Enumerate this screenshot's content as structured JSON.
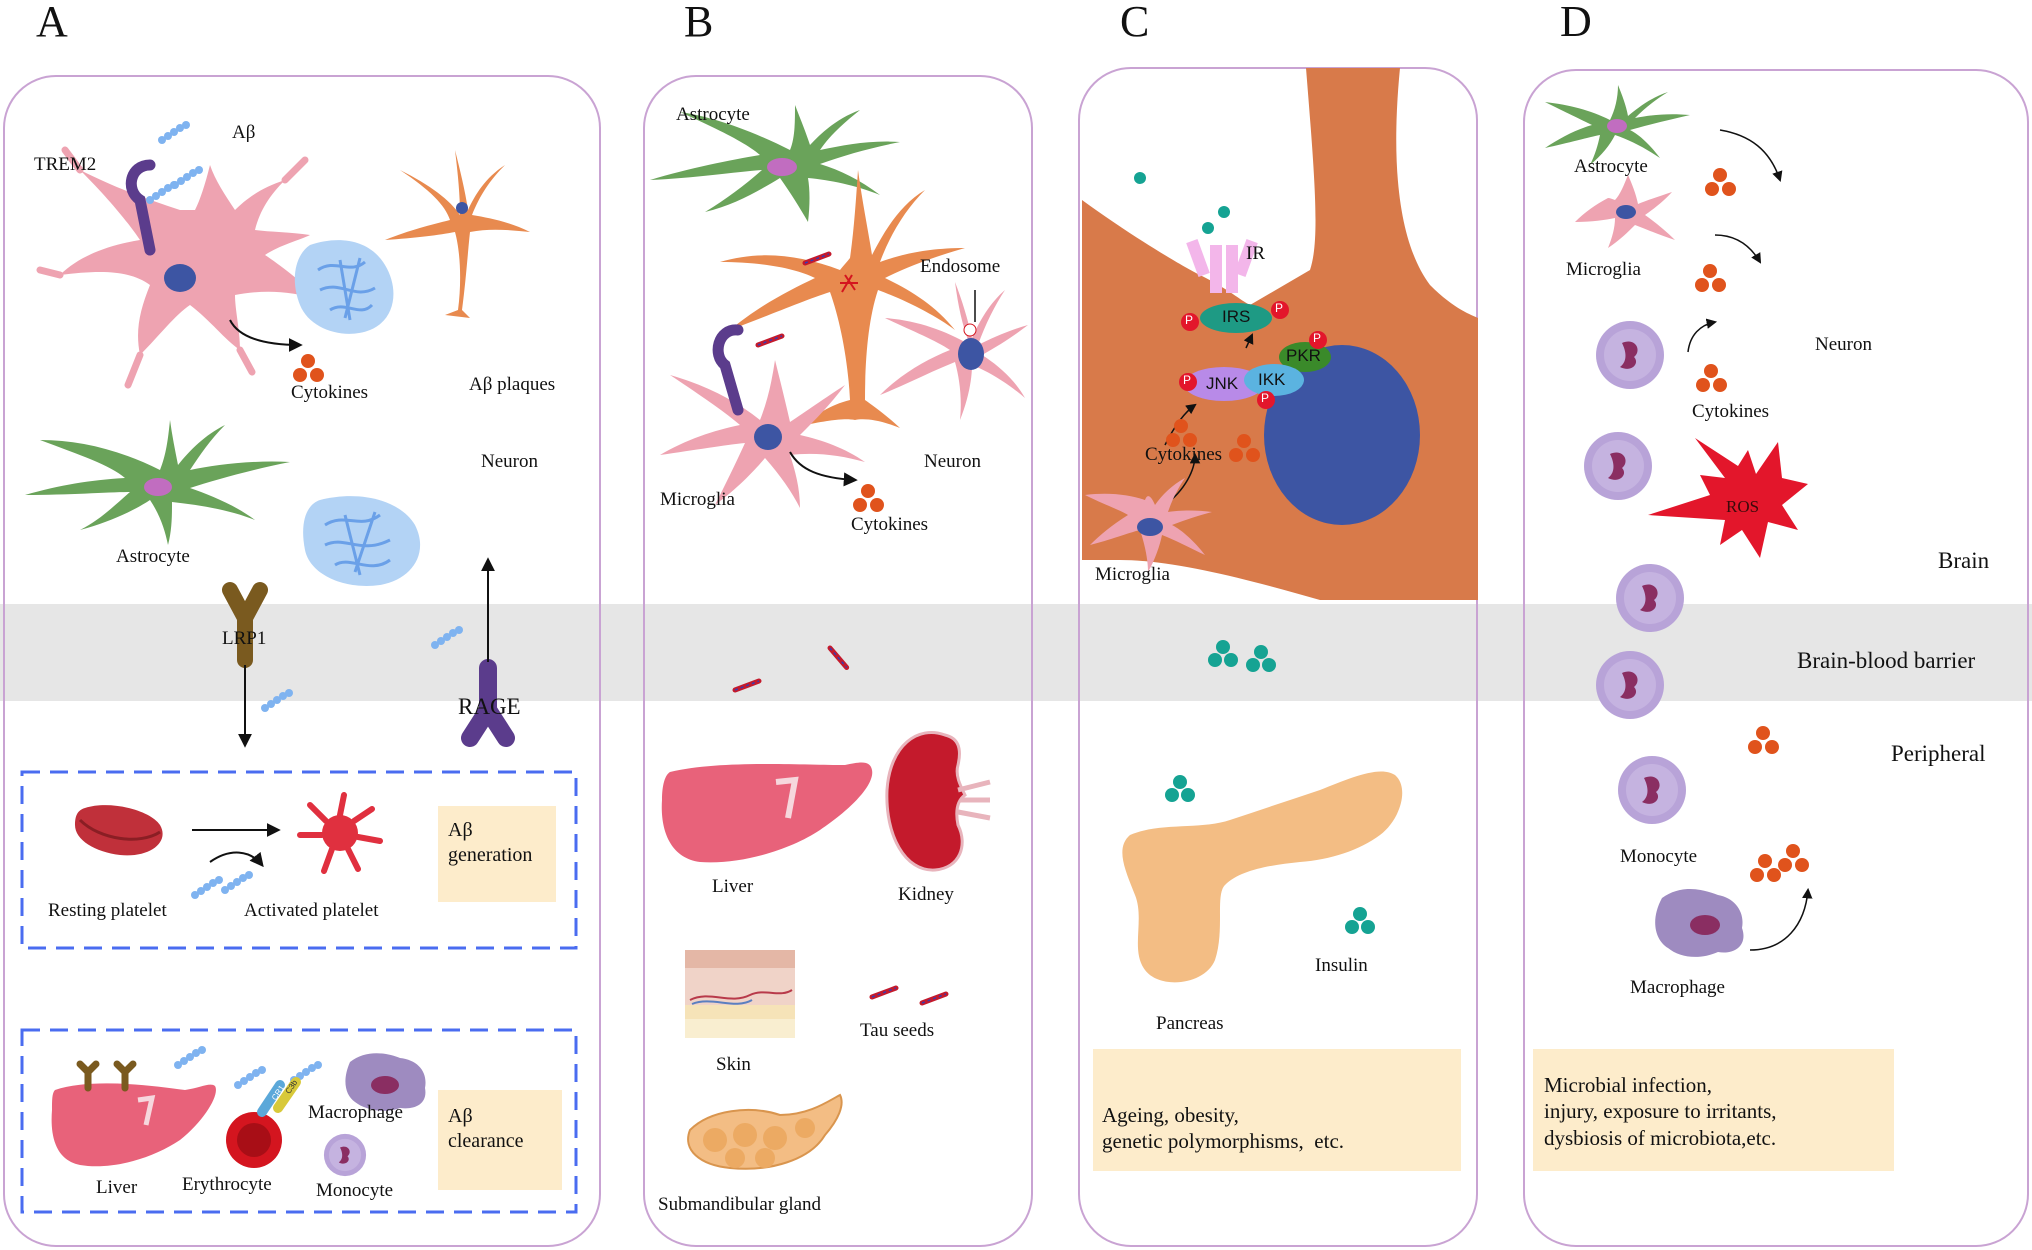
{
  "panels": {
    "A": {
      "letter": "A",
      "labels": {
        "abeta": "Aβ",
        "trem2": "TREM2",
        "cytokines": "Cytokines",
        "abeta_plaques": "Aβ plaques",
        "neuron": "Neuron",
        "astrocyte": "Astrocyte",
        "lrp1": "LRP1",
        "rage": "RAGE",
        "resting_platelet": "Resting platelet",
        "activated_platelet": "Activated platelet",
        "liver": "Liver",
        "erythrocyte": "Erythrocyte",
        "macrophage": "Macrophage",
        "monocyte": "Monocyte",
        "cr1": "CR1",
        "c3b": "C3b"
      },
      "generation_box": [
        "Aβ",
        "generation"
      ],
      "clearance_box": [
        "Aβ",
        "clearance"
      ]
    },
    "B": {
      "letter": "B",
      "labels": {
        "astrocyte": "Astrocyte",
        "endosome": "Endosome",
        "neuron": "Neuron",
        "microglia": "Microglia",
        "cytokines": "Cytokines",
        "liver": "Liver",
        "kidney": "Kidney",
        "skin": "Skin",
        "tau_seeds": "Tau seeds",
        "submandibular_gland": "Submandibular gland"
      }
    },
    "C": {
      "letter": "C",
      "labels": {
        "ir": "IR",
        "irs": "IRS",
        "pkr": "PKR",
        "jnk": "JNK",
        "ikk": "IKK",
        "p": "P",
        "cytokines": "Cytokines",
        "microglia": "Microglia",
        "pancreas": "Pancreas",
        "insulin": "Insulin"
      },
      "risk_box": [
        "Ageing, obesity,",
        "genetic polymorphisms,  etc."
      ]
    },
    "D": {
      "letter": "D",
      "labels": {
        "astrocyte": "Astrocyte",
        "microglia": "Microglia",
        "neuron": "Neuron",
        "cytokines": "Cytokines",
        "ros": "ROS",
        "monocyte": "Monocyte",
        "macrophage": "Macrophage"
      },
      "risk_box": [
        "Microbial infection,",
        "injury, exposure to irritants,",
        "dysbiosis of microbiota,etc."
      ]
    }
  },
  "regions": {
    "brain": "Brain",
    "barrier": "Brain-blood barrier",
    "peripheral": "Peripheral"
  },
  "colors": {
    "panel_border": "#c9a3d3",
    "barrier_band": "#e6e6e6",
    "dashed_box": "#4a6cf0",
    "note_box": "#fdeccb",
    "microglia_pink": "#eea3b1",
    "astrocyte_green": "#6aa35a",
    "neuron_orange": "#e88a4f",
    "nucleus_blue": "#3d55a3",
    "abeta_blue": "#7fb3f0",
    "cytokine_orange": "#e0531c",
    "insulin_teal": "#15a393",
    "ros_red": "#e3162b",
    "liver_pink": "#e8627a",
    "kidney_red": "#c41a2c",
    "pancreas_peach": "#f3bd84",
    "monocyte_purple": "#b8a3d8"
  }
}
